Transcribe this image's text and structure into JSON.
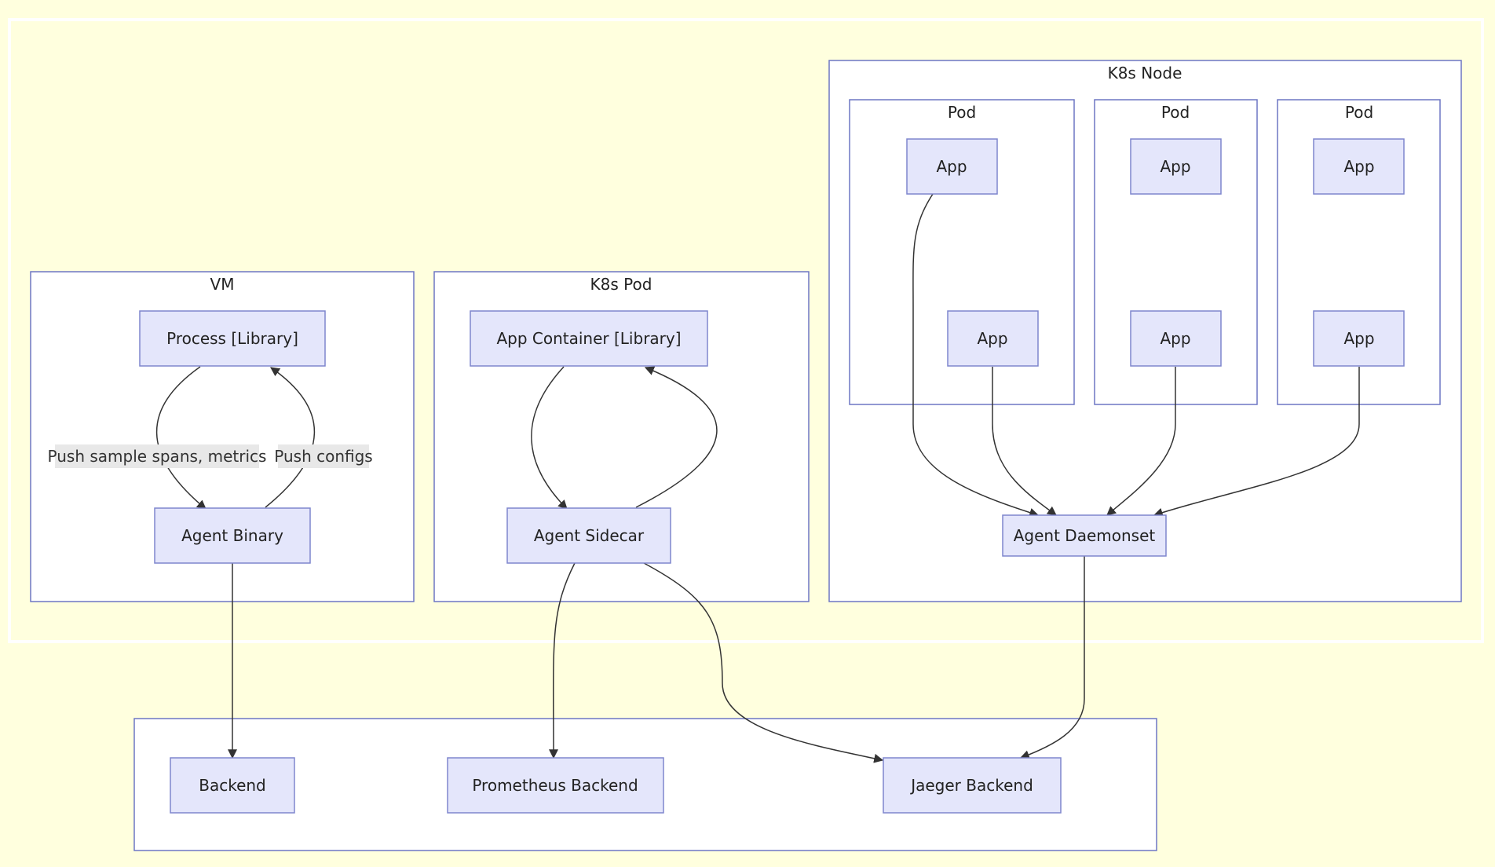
{
  "clusters": {
    "vm": "VM",
    "k8s_pod": "K8s Pod",
    "k8s_node": "K8s Node",
    "pod": "Pod"
  },
  "nodes": {
    "process": "Process [Library]",
    "agent_binary": "Agent Binary",
    "app_container": "App Container [Library]",
    "agent_sidecar": "Agent Sidecar",
    "app": "App",
    "agent_daemonset": "Agent Daemonset",
    "backend": "Backend",
    "prometheus_backend": "Prometheus Backend",
    "jaeger_backend": "Jaeger Backend"
  },
  "edge_labels": {
    "push_spans": "Push sample spans, metrics",
    "push_configs": "Push configs"
  },
  "colors": {
    "background": "#ffffde",
    "node_fill": "#e4e6fb",
    "node_stroke": "#7f86cd",
    "edge": "#333333"
  }
}
